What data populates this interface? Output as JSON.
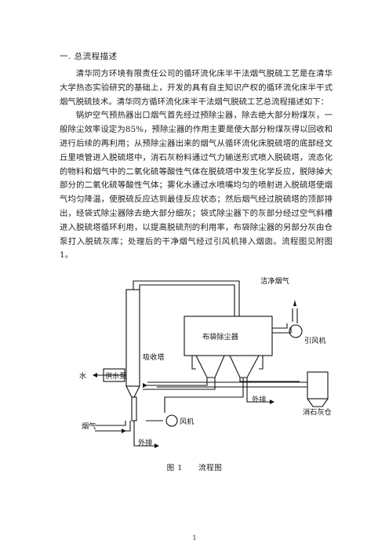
{
  "document": {
    "section_heading": "一. 总流程描述",
    "paragraphs": [
      "清华同方环境有限责任公司的循环流化床半干法烟气脱硫工艺是在清华大学热态实验研究的基础上，开发的具有自主知识产权的循环流化床半干式烟气脱硫技术。清华同方循环流化床半干法烟气脱硫工艺总流程描述如下：",
      "锅炉空气预热器出口烟气首先经过预除尘器，除去绝大部分粉煤灰，一般除尘效率设定为85%，预除尘器的作用主要是使大部分粉煤灰得以回收和进行后续的再利用；从预除尘器出来的烟气从循环流化床脱硫塔的底部经文丘里喷管进入脱硫塔中，消石灰粉料通过气力输送形式喷入脱硫塔，流态化的物料和烟气中的二氧化硫等酸性气体在脱硫塔中发生化学反应，脱除掉大部分的二氧化硫等酸性气体；雾化水通过水喷嘴均匀的喷射进入脱硫塔使烟气均匀降温，使脱硫反应达到最佳反应状态；然后烟气经过脱硫塔的顶部排出，经袋式除尘器除去绝大部分细灰；袋式除尘器下的灰部分经过空气斜槽进入脱硫塔循环利用，以提高脱硫剂的利用率，布袋除尘器的另部分灰由仓泵打入脱硫灰库；处理后的干净烟气经过引风机排入烟囱。流程图见附图1。"
    ],
    "figure": {
      "labels": {
        "clean_flue_gas": "洁净烟气",
        "bag_filter": "布袋除尘器",
        "induced_fan": "引风机",
        "absorber": "吸收塔",
        "water": "水",
        "water_pump": "供水泵",
        "discharge_top": "外排",
        "lime_silo": "消石灰仓",
        "flue_gas": "烟气",
        "blower": "风机",
        "discharge_bottom": "外排"
      }
    },
    "caption": "图 1　　流程图",
    "page_number": "1"
  }
}
